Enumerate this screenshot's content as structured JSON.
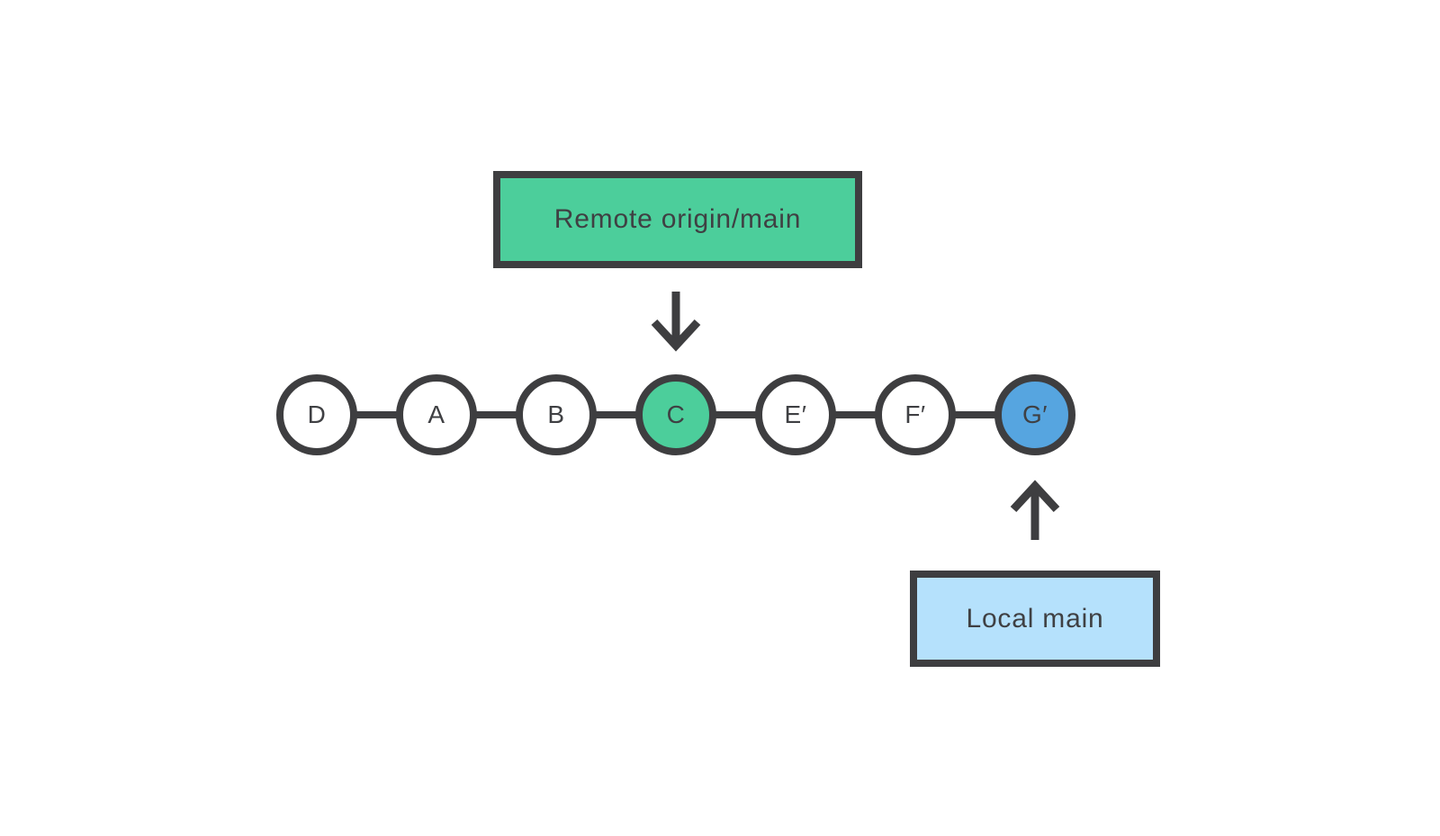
{
  "diagram": {
    "title_hint": "git fetch / diverged history diagram",
    "remote_label": "Remote origin/main",
    "local_label": "Local main",
    "commits": [
      {
        "label": "D",
        "fill": "white"
      },
      {
        "label": "A",
        "fill": "white"
      },
      {
        "label": "B",
        "fill": "white"
      },
      {
        "label": "C",
        "fill": "green"
      },
      {
        "label": "E′",
        "fill": "white"
      },
      {
        "label": "F′",
        "fill": "white"
      },
      {
        "label": "G′",
        "fill": "blue"
      }
    ],
    "arrows": [
      {
        "name": "remote-pointer",
        "direction": "down",
        "points_to": "C"
      },
      {
        "name": "local-pointer",
        "direction": "up",
        "points_to": "G′"
      }
    ],
    "colors": {
      "outline": "#3E3E40",
      "text": "#3F4043",
      "remote_green": "#4CCE9B",
      "commit_blue": "#56A5E0",
      "local_light_blue": "#B5E1FC",
      "background": "#FFFFFF"
    }
  }
}
